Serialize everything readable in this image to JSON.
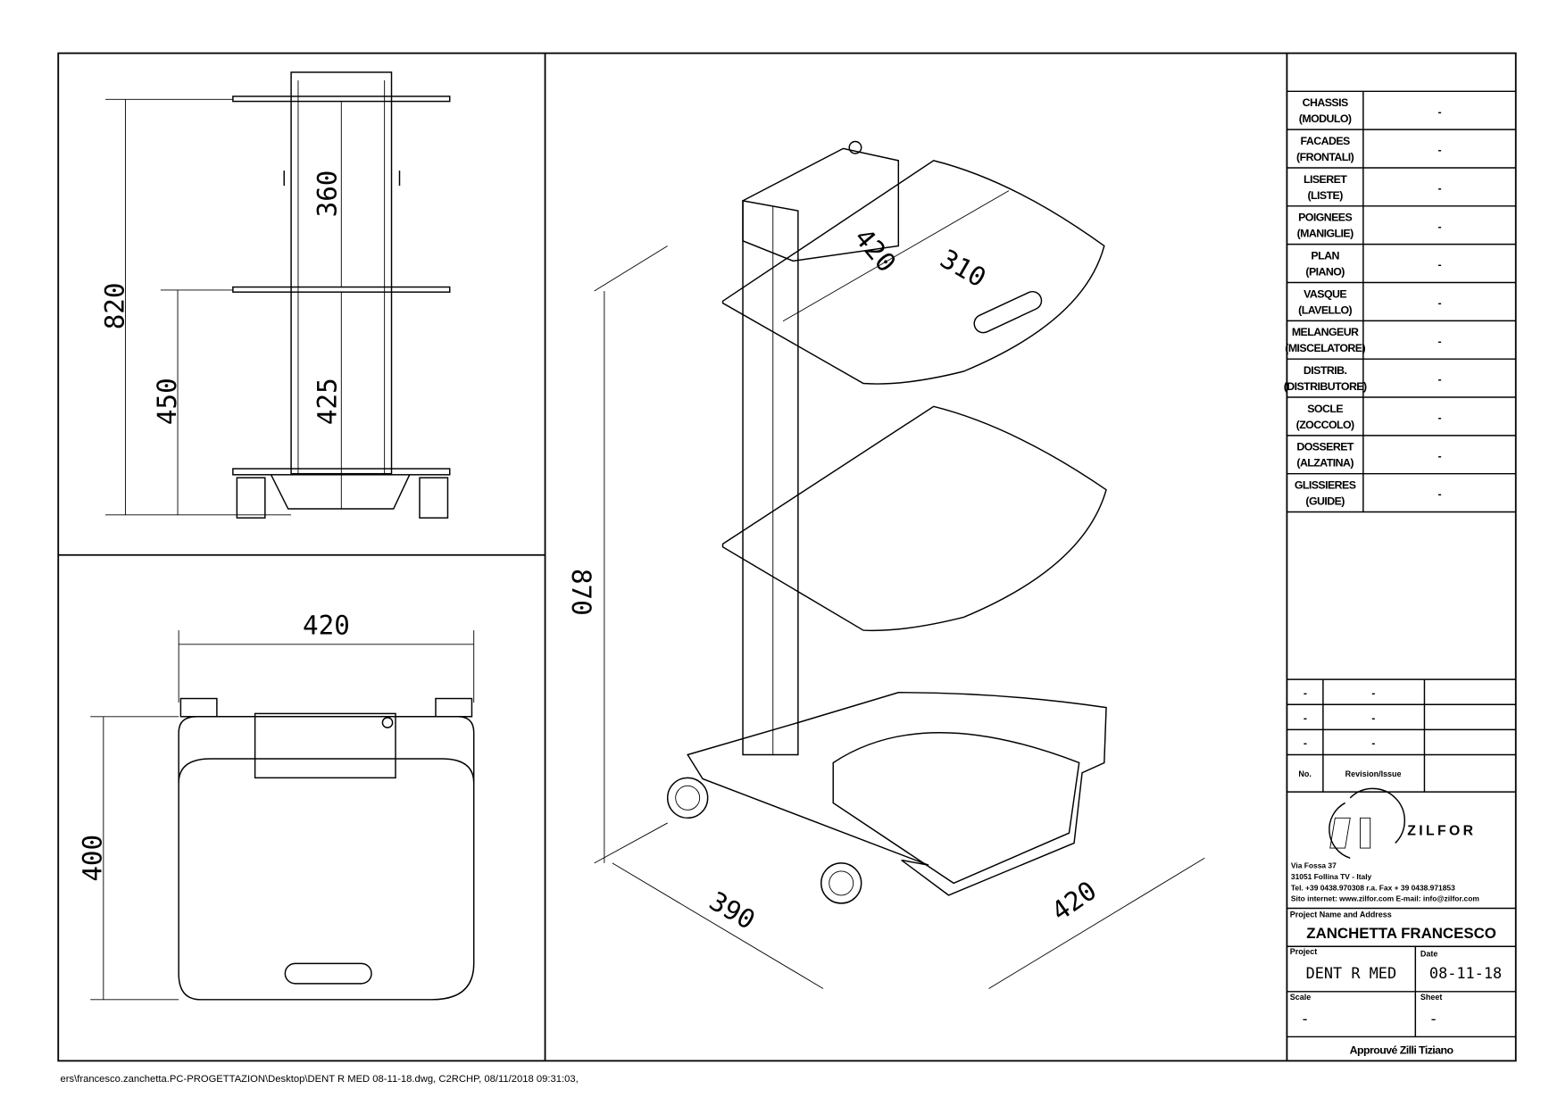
{
  "dimensions": {
    "front_view": {
      "total_height": "820",
      "lower_height": "450",
      "upper_gap": "360",
      "lower_gap": "425"
    },
    "top_view": {
      "width": "420",
      "depth": "400"
    },
    "iso_view": {
      "height": "870",
      "shelf_width": "420",
      "shelf_depth": "310",
      "base_depth": "390",
      "base_width": "420"
    }
  },
  "materials_table": [
    {
      "label1": "CHASSIS",
      "label2": "(MODULO)",
      "value": "-"
    },
    {
      "label1": "FACADES",
      "label2": "(FRONTALI)",
      "value": "-"
    },
    {
      "label1": "LISERET",
      "label2": "(LISTE)",
      "value": "-"
    },
    {
      "label1": "POIGNEES",
      "label2": "(MANIGLIE)",
      "value": "-"
    },
    {
      "label1": "PLAN",
      "label2": "(PIANO)",
      "value": "-"
    },
    {
      "label1": "VASQUE",
      "label2": "(LAVELLO)",
      "value": "-"
    },
    {
      "label1": "MELANGEUR",
      "label2": "(MISCELATORE)",
      "value": "-"
    },
    {
      "label1": "DISTRIB.",
      "label2": "(DISTRIBUTORE)",
      "value": "-"
    },
    {
      "label1": "SOCLE",
      "label2": "(ZOCCOLO)",
      "value": "-"
    },
    {
      "label1": "DOSSERET",
      "label2": "(ALZATINA)",
      "value": "-"
    },
    {
      "label1": "GLISSIERES",
      "label2": "(GUIDE)",
      "value": "-"
    }
  ],
  "revisions": {
    "rows": [
      {
        "no": "-",
        "rev": "-"
      },
      {
        "no": "-",
        "rev": "-"
      },
      {
        "no": "-",
        "rev": "-"
      }
    ],
    "header_no": "No.",
    "header_rev": "Revision/Issue"
  },
  "company": {
    "logo_text": "ZILFOR",
    "address1": "Via Fossa 37",
    "address2": "31051 Follina TV - Italy",
    "phone": "Tel. +39 0438.970308 r.a. Fax + 39 0438.971853",
    "web": "Sito internet: www.zilfor.com   E-mail: info@zilfor.com"
  },
  "title_block": {
    "project_name_label": "Project Name and Address",
    "project_name": "ZANCHETTA FRANCESCO",
    "project_label": "Project",
    "project": "DENT R MED",
    "date_label": "Date",
    "date": "08-11-18",
    "scale_label": "Scale",
    "scale": "-",
    "sheet_label": "Sheet",
    "sheet": "-",
    "approved": "Approuvé Zilli Tiziano"
  },
  "footer": "ers\\francesco.zanchetta.PC-PROGETTAZION\\Desktop\\DENT R MED 08-11-18.dwg, C2RCHP, 08/11/2018 09:31:03,"
}
